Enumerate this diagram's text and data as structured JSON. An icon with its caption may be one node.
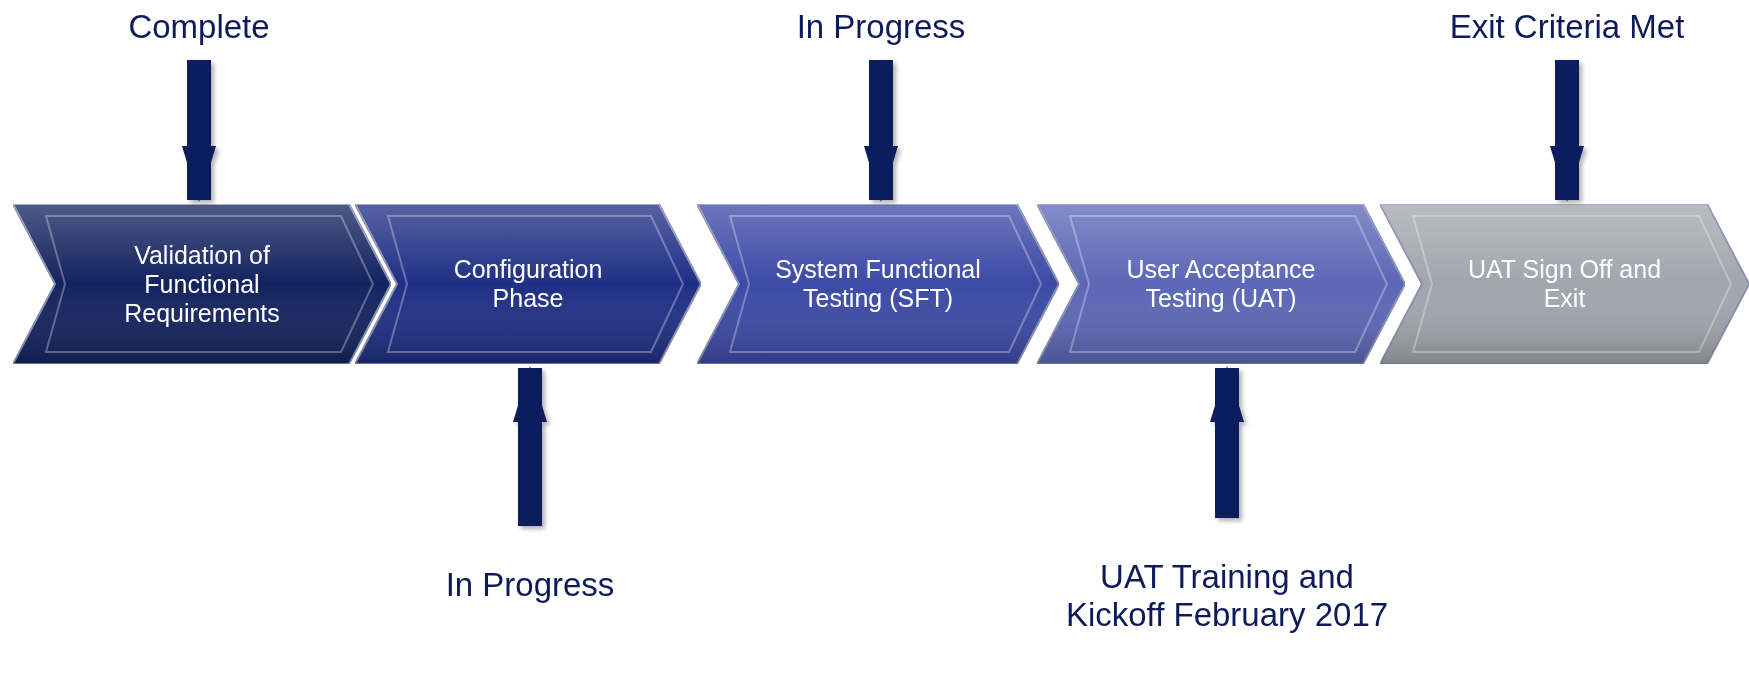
{
  "diagram": {
    "nodes": [
      {
        "text": [
          "Validation of Functional Requirements"
        ]
      },
      {
        "text": [
          "Configuration Phase"
        ]
      },
      {
        "text": [
          "System Functional Testing (SFT)"
        ]
      },
      {
        "text": [
          "User Acceptance Testing (UAT)"
        ]
      },
      {
        "text": [
          "UAT Sign Off and Exit"
        ]
      },
      {
        "text": [
          "Complete"
        ]
      },
      {
        "text": [
          "In Progress"
        ]
      },
      {
        "text": [
          "In Progress"
        ]
      },
      {
        "text": [
          "UAT Training and Kickoff February 2017"
        ]
      },
      {
        "text": [
          "Exit Criteria Met"
        ]
      }
    ],
    "edges": [
      {
        "from": 5,
        "to": 0,
        "arrow": "to"
      },
      {
        "from": 6,
        "to": 1,
        "arrow": "to"
      },
      {
        "from": 7,
        "to": 2,
        "arrow": "to"
      },
      {
        "from": 8,
        "to": 3,
        "arrow": "to"
      },
      {
        "from": 9,
        "to": 4,
        "arrow": "to"
      }
    ]
  }
}
